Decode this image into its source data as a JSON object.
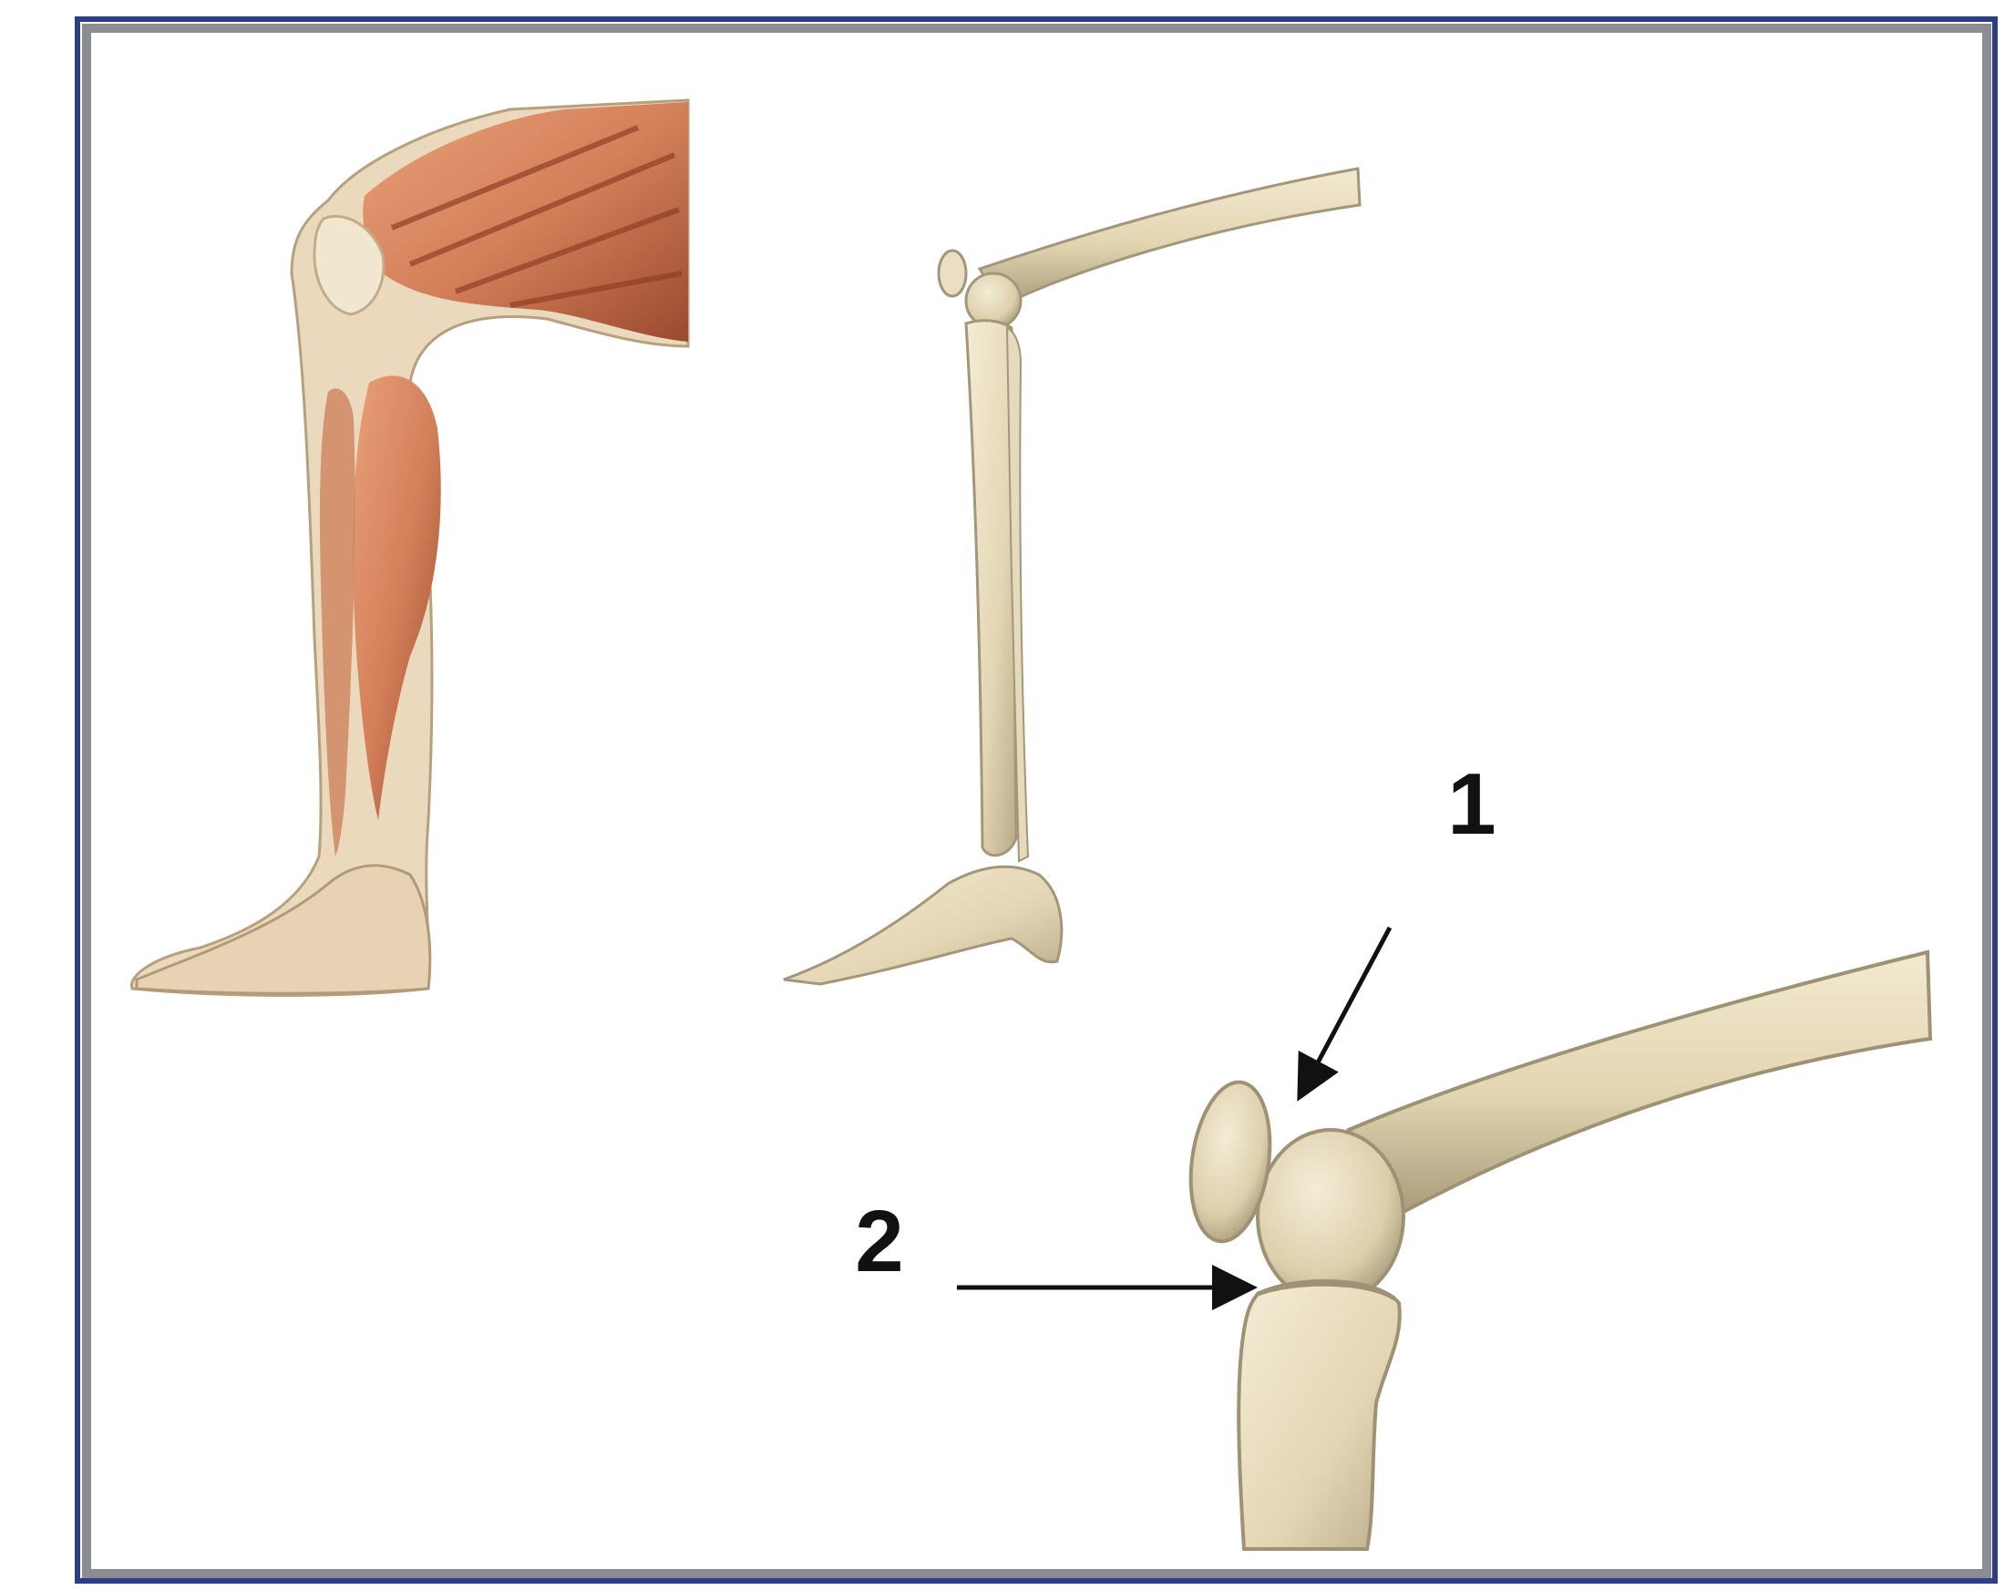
{
  "figure": {
    "labels": [
      {
        "id": "label-1",
        "text": "1"
      },
      {
        "id": "label-2",
        "text": "2"
      }
    ]
  },
  "colors": {
    "frame_outer": "#2b3f86",
    "frame_inner": "#8b8d93",
    "bone": "#e9dfc4",
    "bone_shadow": "#b9ab8a",
    "muscle": "#d98a64",
    "muscle_dark": "#9a4a2e"
  }
}
